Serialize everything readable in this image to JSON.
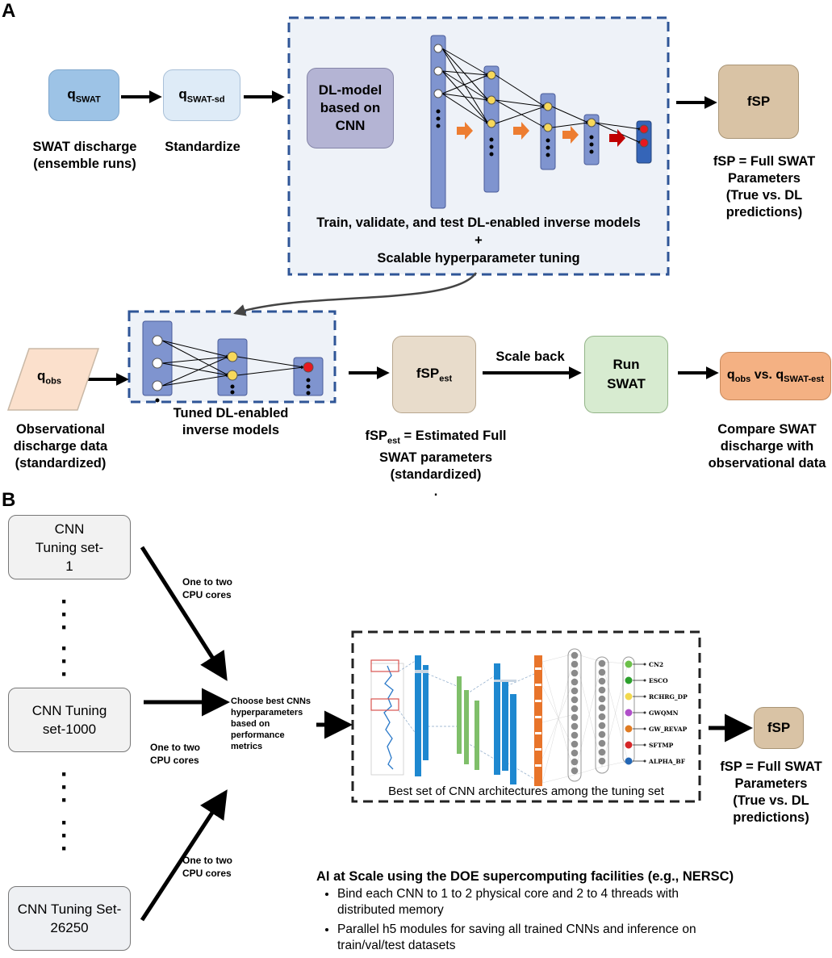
{
  "panelA": {
    "letter": "A",
    "qswat": {
      "main": "q",
      "sub": "SWAT",
      "caption_line1": "SWAT discharge",
      "caption_line2": "(ensemble runs)"
    },
    "qswatsd": {
      "main": "q",
      "sub": "SWAT-sd",
      "caption": "Standardize"
    },
    "dl_model": "DL-model based on CNN",
    "train_text": "Train, validate, and test DL-enabled inverse models",
    "plus": "+",
    "tuning_text": "Scalable hyperparameter tuning",
    "fsp": {
      "label": "fSP",
      "caption_line1": "fSP = Full SWAT",
      "caption_line2": "Parameters",
      "caption_line3": "(True vs. DL",
      "caption_line4": "predictions)"
    },
    "qobs": {
      "main": "q",
      "sub": "obs",
      "caption_line1": "Observational",
      "caption_line2": "discharge data",
      "caption_line3": "(standardized)"
    },
    "tuned_caption_line1": "Tuned DL-enabled",
    "tuned_caption_line2": "inverse models",
    "fspest": {
      "main": "fSP",
      "sub": "est",
      "caption_main": "fSP",
      "caption_sub": "est",
      "caption_rest": " = Estimated Full",
      "caption_line2": "SWAT parameters",
      "caption_line3": "(standardized)",
      "dot": "."
    },
    "scale_back": "Scale back",
    "run_swat": "Run SWAT",
    "compare": {
      "q1": "q",
      "s1": "obs",
      "vs": " vs. ",
      "q2": "q",
      "s2": "SWAT-est",
      "caption_line1": "Compare SWAT",
      "caption_line2": "discharge with",
      "caption_line3": "observational data"
    }
  },
  "panelB": {
    "letter": "B",
    "set1": "CNN Tuning set-1",
    "set1000": "CNN Tuning set-1000",
    "set26250": "CNN Tuning Set-26250",
    "cores_top": "One to two CPU cores",
    "cores_mid": "One to two CPU cores",
    "cores_bot": "One to two CPU cores",
    "choose": "Choose best CNNs hyperparameters based on performance metrics",
    "best_set": "Best set of CNN architectures among the tuning set",
    "outputs": [
      "CN2",
      "ESCO",
      "RCHRG_DP",
      "GWQMN",
      "GW_REVAP",
      "SFTMP",
      "ALPHA_BF"
    ],
    "output_colors": [
      "#6cc04a",
      "#2ca02c",
      "#f2d94e",
      "#b04fc9",
      "#e07b22",
      "#d62728",
      "#2467b5"
    ],
    "fsp": {
      "label": "fSP",
      "caption_line1": "fSP = Full SWAT",
      "caption_line2": "Parameters",
      "caption_line3": "(True vs. DL",
      "caption_line4": "predictions)"
    },
    "ai_title": "AI at Scale using the DOE supercomputing facilities (e.g., NERSC)",
    "bullet1": "Bind each CNN to 1 to 2 physical core and 2 to 4 threads with distributed memory",
    "bullet2": "Parallel h5 modules for saving all trained CNNs and inference on train/val/test datasets"
  },
  "colors": {
    "qswat": "#9dc3e6",
    "qswatsd": "#deebf7",
    "dlmodel": "#b4b4d4",
    "fsp": "#d9c3a5",
    "qobs": "#fbe0cc",
    "run": "#d7ebd0",
    "compare": "#f4b183",
    "layer": "#7f94cf",
    "node": "#f7d85a",
    "out": "#e8191f"
  }
}
